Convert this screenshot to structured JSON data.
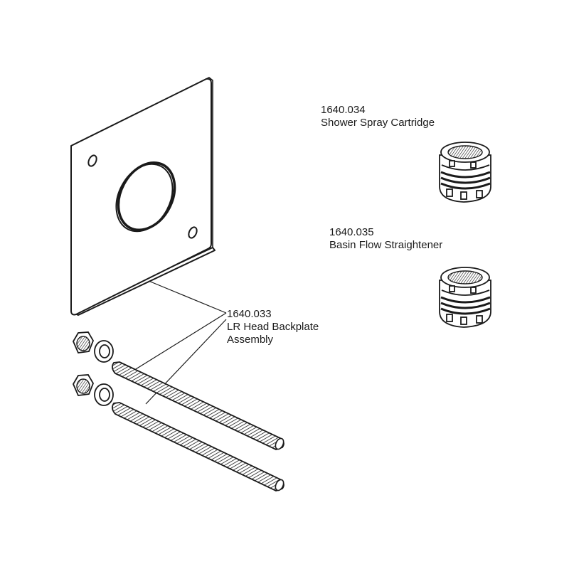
{
  "parts": [
    {
      "part_number": "1640.034",
      "name_lines": [
        "Shower Spray Cartridge"
      ]
    },
    {
      "part_number": "1640.035",
      "name_lines": [
        "Basin Flow Straightener"
      ]
    },
    {
      "part_number": "1640.033",
      "name_lines": [
        "LR Head Backplate",
        "Assembly"
      ]
    }
  ],
  "colors": {
    "line": "#1a1a1a",
    "background": "#ffffff",
    "thread": "#555555"
  }
}
